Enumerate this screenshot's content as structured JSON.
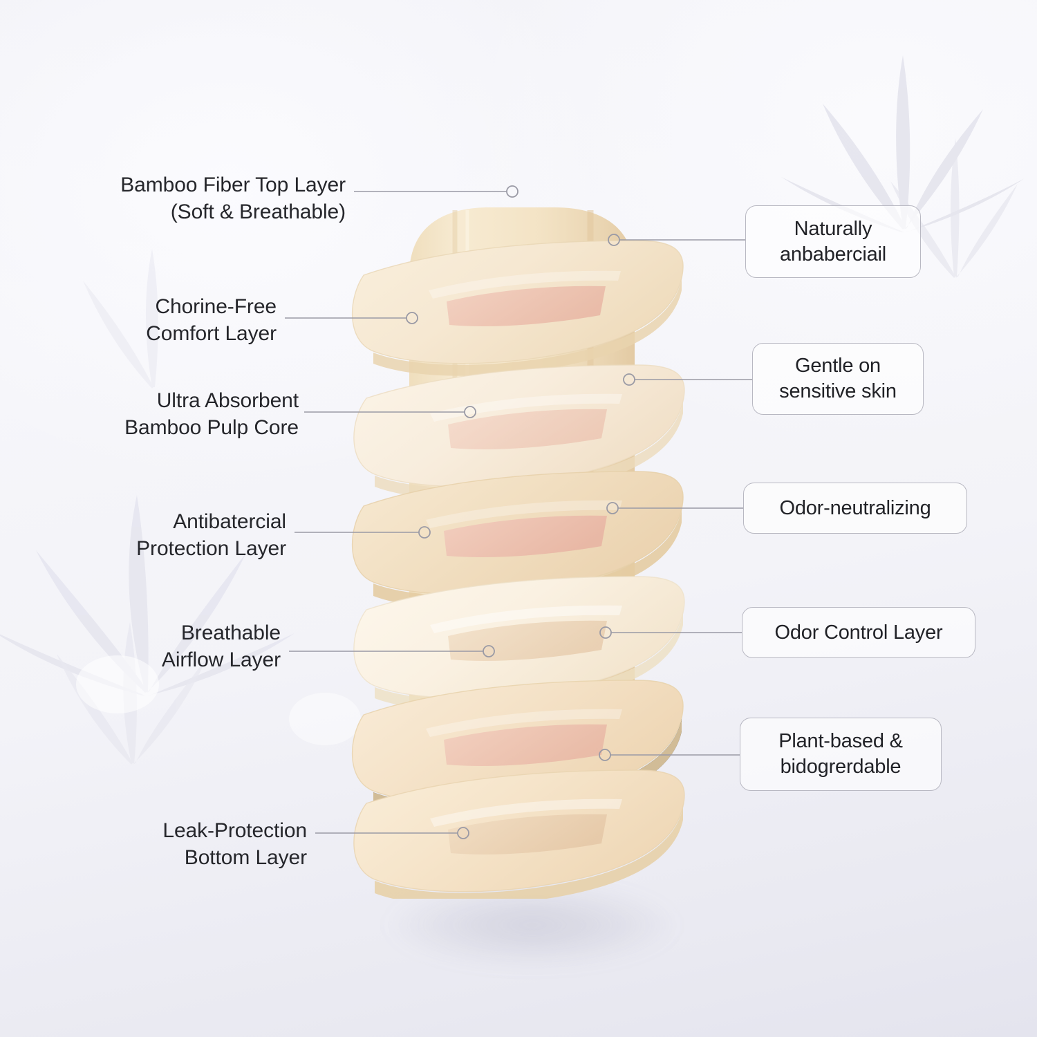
{
  "theme": {
    "background_top": "#f3f3f8",
    "background_bottom": "#e4e4ee",
    "label_text_color": "#25262b",
    "leader_line_color": "#9a9aa5",
    "pill_border_color": "#b8b8c2",
    "pill_fill_color": "rgba(255,255,255,0.62)",
    "pad_base_color": "#f2e2c8",
    "pad_core_color": "#e8c6ae",
    "pad_accent_pink": "#eec2b4"
  },
  "illustration": {
    "name": "exploded-bamboo-sanitary-pad-layers",
    "layer_count": 6,
    "layers": [
      {
        "id": "layer-1",
        "name": "bamboo-fiber-top-layer",
        "sheet_color": "#f6e9d4",
        "core_color": "#efcec0",
        "core_visible": true
      },
      {
        "id": "layer-2",
        "name": "chlorine-free-comfort-layer",
        "sheet_color": "#f8eedd",
        "core_color": "#f0d6c2",
        "core_visible": true
      },
      {
        "id": "layer-3",
        "name": "ultra-absorbent-pulp-core",
        "sheet_color": "#f3e0c4",
        "core_color": "#e9b9a4",
        "core_visible": true
      },
      {
        "id": "layer-4",
        "name": "antibacterial-protection",
        "sheet_color": "#fbf2e4",
        "core_color": "#eddcc6",
        "core_visible": true
      },
      {
        "id": "layer-5",
        "name": "breathable-airflow-layer",
        "sheet_color": "#f6e4cc",
        "core_color": "#e9bda8",
        "core_visible": true
      },
      {
        "id": "layer-6",
        "name": "leak-protection-bottom-layer",
        "sheet_color": "#f7e5cd",
        "core_color": "#ecd0b6",
        "core_visible": true
      }
    ]
  },
  "left_labels": [
    {
      "id": "left-1",
      "name": "bamboo-fiber-top-layer",
      "text": "Bamboo Fiber Top Layer\n(Soft & Breathable)"
    },
    {
      "id": "left-2",
      "name": "chlorine-free-comfort-layer",
      "text": "Chorine-Free\nComfort Layer"
    },
    {
      "id": "left-3",
      "name": "ultra-absorbent-pulp-core",
      "text": "Ultra Absorbent\nBamboo Pulp Core"
    },
    {
      "id": "left-4",
      "name": "antibacterial-protection",
      "text": "Antibatercial\nProtection Layer"
    },
    {
      "id": "left-5",
      "name": "breathable-airflow-layer",
      "text": "Breathable\nAirflow Layer"
    },
    {
      "id": "left-6",
      "name": "leak-protection-bottom",
      "text": "Leak-Protection\nBottom Layer"
    }
  ],
  "right_pills": [
    {
      "id": "right-1",
      "name": "naturally-antibacterial",
      "text": "Naturally\nanbaberciail"
    },
    {
      "id": "right-2",
      "name": "gentle-on-sensitive-skin",
      "text": "Gentle on\nsensitive skin"
    },
    {
      "id": "right-3",
      "name": "odor-neutralizing",
      "text": "Odor-neutralizing"
    },
    {
      "id": "right-4",
      "name": "odor-control-layer",
      "text": "Odor Control Layer"
    },
    {
      "id": "right-5",
      "name": "plant-based-biodegradable",
      "text": "Plant-based &\nbidogrerdable"
    }
  ]
}
